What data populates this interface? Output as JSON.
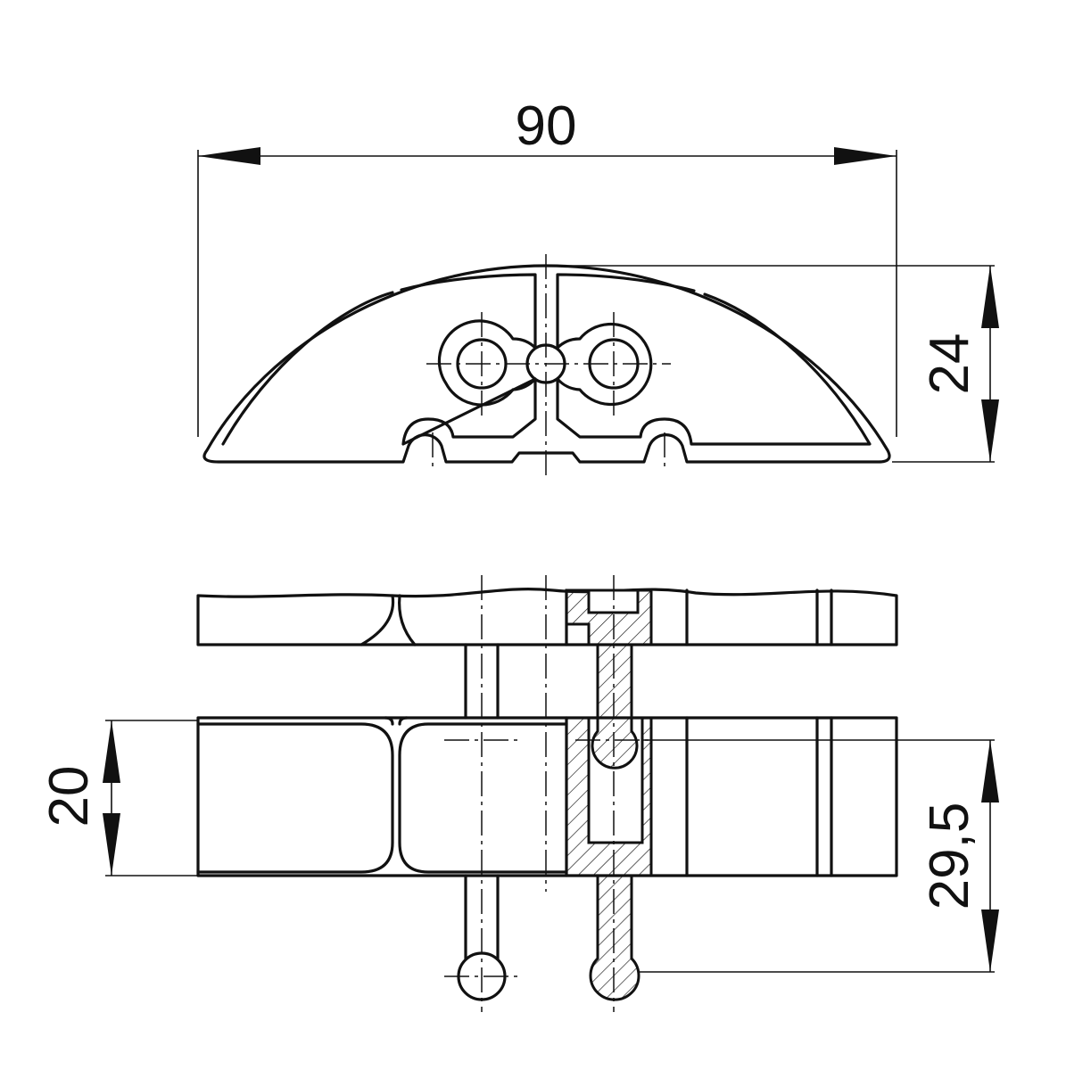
{
  "dimensions": {
    "width_top": "90",
    "height_top": "24",
    "height_side": "20",
    "pin_length": "29,5"
  },
  "colors": {
    "line": "#111111",
    "background": "#ffffff"
  }
}
